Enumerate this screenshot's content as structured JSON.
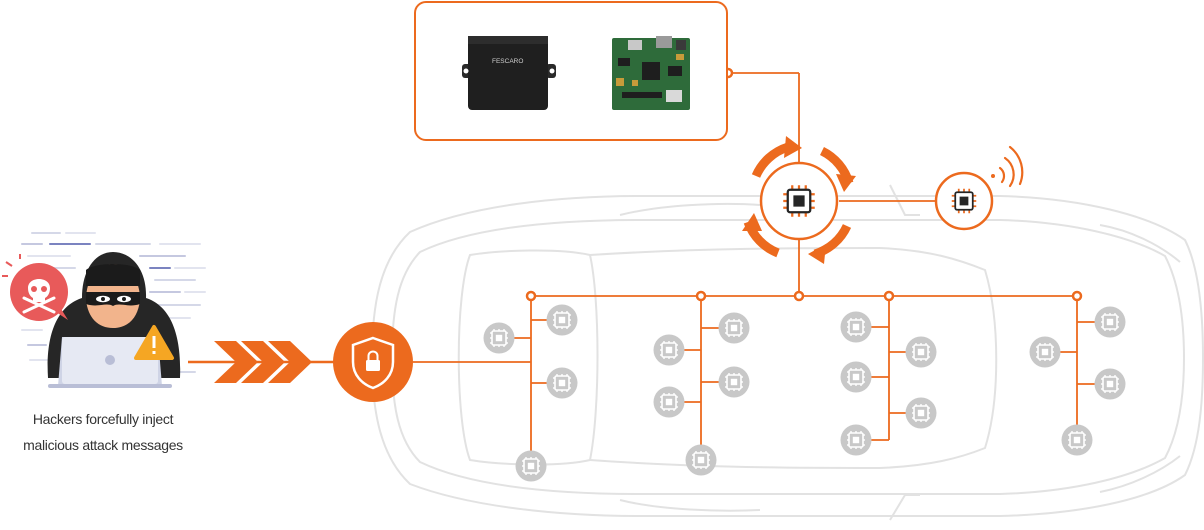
{
  "caption": {
    "line1": "Hackers forcefully inject",
    "line2": "malicious attack messages"
  },
  "device": {
    "brand": "FESCARO"
  },
  "colors": {
    "accent": "#ec6a1e",
    "ecu_gray": "#c8c8c8",
    "car_outline": "#e2e2e2",
    "danger": "#e85a5a",
    "warning": "#f5a623",
    "hacker": "#262626"
  },
  "icons": [
    "skull-icon",
    "warning-icon",
    "laptop-icon",
    "chevron-arrows-icon",
    "shield-lock-icon",
    "chip-icon",
    "wireless-signal-icon",
    "ecu-chip-icon",
    "circular-arrows-icon"
  ]
}
